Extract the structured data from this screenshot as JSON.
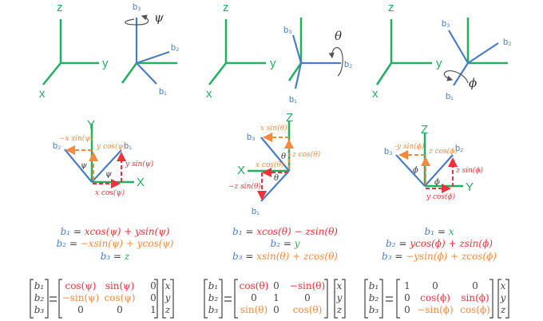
{
  "colors": {
    "green": "#22b060",
    "blue": "#4a7ec4",
    "red": "#f0303a",
    "orange": "#f58a3c",
    "dark": "#444444"
  },
  "panels": [
    {
      "top": {
        "z": "z",
        "y": "y",
        "x": "x",
        "b1": "b₁",
        "b2": "b₂",
        "b3": "b₃",
        "angle": "ψ"
      },
      "mid": {
        "axis_v": "Y",
        "axis_h": "X",
        "b_left": "b₂",
        "b_right": "b₁",
        "angle": "ψ",
        "lbl_left": "−x sin(ψ)",
        "lbl_top": "y cos(ψ)",
        "lbl_right": "y sin(ψ)",
        "lbl_bottom": "x cos(ψ)"
      },
      "equations": [
        [
          {
            "t": "b₁",
            "c": "B"
          },
          {
            "t": " = ",
            "c": "K"
          },
          {
            "t": "xcos(ψ) + ysin(ψ)",
            "c": "R"
          }
        ],
        [
          {
            "t": "b₂",
            "c": "B"
          },
          {
            "t": " = ",
            "c": "K"
          },
          {
            "t": "−xsin(ψ) +  ycos(ψ)",
            "c": "O"
          }
        ],
        [
          {
            "t": "b₃",
            "c": "B"
          },
          {
            "t": " = ",
            "c": "K"
          },
          {
            "t": "z",
            "c": "G"
          }
        ]
      ],
      "matrix": {
        "lhs": [
          "b₁",
          "b₂",
          "b₃"
        ],
        "rhs": [
          "x",
          "y",
          "z"
        ],
        "rows": [
          [
            {
              "t": "cos(ψ)",
              "c": "R"
            },
            {
              "t": "sin(ψ)",
              "c": "R"
            },
            {
              "t": "0",
              "c": "K"
            }
          ],
          [
            {
              "t": "−sin(ψ)",
              "c": "O"
            },
            {
              "t": "cos(ψ)",
              "c": "O"
            },
            {
              "t": "0",
              "c": "K"
            }
          ],
          [
            {
              "t": "0",
              "c": "K"
            },
            {
              "t": "0",
              "c": "K"
            },
            {
              "t": "1",
              "c": "K"
            }
          ]
        ]
      }
    },
    {
      "top": {
        "z": "z",
        "y": "y",
        "x": "x",
        "b1": "b₁",
        "b2": "b₂",
        "b3": "b₃",
        "angle": "θ"
      },
      "mid": {
        "axis_v": "Z",
        "axis_h": "X",
        "b_left": "b₃",
        "b_right": "b₁",
        "angle": "θ",
        "lbl_left": "x sin(θ)",
        "lbl_top": "z cos(θ)",
        "lbl_right": "x cos(θ)",
        "lbl_bottom": "−z sin(θ)"
      },
      "equations": [
        [
          {
            "t": "b₁",
            "c": "B"
          },
          {
            "t": " = ",
            "c": "K"
          },
          {
            "t": "xcos(θ) − zsin(θ)",
            "c": "R"
          }
        ],
        [
          {
            "t": "b₂",
            "c": "B"
          },
          {
            "t": " = ",
            "c": "K"
          },
          {
            "t": "y",
            "c": "G"
          }
        ],
        [
          {
            "t": "b₃",
            "c": "B"
          },
          {
            "t": " = ",
            "c": "K"
          },
          {
            "t": "xsin(θ) + zcos(θ)",
            "c": "O"
          }
        ]
      ],
      "matrix": {
        "lhs": [
          "b₁",
          "b₂",
          "b₃"
        ],
        "rhs": [
          "x",
          "y",
          "z"
        ],
        "rows": [
          [
            {
              "t": "cos(θ)",
              "c": "R"
            },
            {
              "t": "0",
              "c": "K"
            },
            {
              "t": "−sin(θ)",
              "c": "R"
            }
          ],
          [
            {
              "t": "0",
              "c": "K"
            },
            {
              "t": "1",
              "c": "K"
            },
            {
              "t": "0",
              "c": "K"
            }
          ],
          [
            {
              "t": "sin(θ)",
              "c": "O"
            },
            {
              "t": "0",
              "c": "K"
            },
            {
              "t": "cos(θ)",
              "c": "O"
            }
          ]
        ]
      }
    },
    {
      "top": {
        "z": "z",
        "y": "y",
        "x": "x",
        "b1": "b₁",
        "b2": "b₂",
        "b3": "b₃",
        "angle": "ϕ"
      },
      "mid": {
        "axis_v": "Z",
        "axis_h": "Y",
        "b_left": "b₃",
        "b_right": "b₂",
        "angle": "ϕ",
        "lbl_left": "-y sin(ϕ)",
        "lbl_top": "z cos(ϕ)",
        "lbl_right": "z sin(ϕ)",
        "lbl_bottom": "y cos(ϕ)"
      },
      "equations": [
        [
          {
            "t": "b₁",
            "c": "B"
          },
          {
            "t": " = ",
            "c": "K"
          },
          {
            "t": "x",
            "c": "G"
          }
        ],
        [
          {
            "t": "b₂",
            "c": "B"
          },
          {
            "t": " = ",
            "c": "K"
          },
          {
            "t": "ycos(ϕ) + zsin(ϕ)",
            "c": "R"
          }
        ],
        [
          {
            "t": "b₃",
            "c": "B"
          },
          {
            "t": " = ",
            "c": "K"
          },
          {
            "t": "−ysin(ϕ) + zcos(ϕ)",
            "c": "O"
          }
        ]
      ],
      "matrix": {
        "lhs": [
          "b₁",
          "b₂",
          "b₃"
        ],
        "rhs": [
          "x",
          "y",
          "z"
        ],
        "rows": [
          [
            {
              "t": "1",
              "c": "K"
            },
            {
              "t": "0",
              "c": "K"
            },
            {
              "t": "0",
              "c": "K"
            }
          ],
          [
            {
              "t": "0",
              "c": "K"
            },
            {
              "t": "cos(ϕ)",
              "c": "R"
            },
            {
              "t": "sin(ϕ)",
              "c": "R"
            }
          ],
          [
            {
              "t": "0",
              "c": "K"
            },
            {
              "t": "−sin(ϕ)",
              "c": "O"
            },
            {
              "t": "cos(ϕ)",
              "c": "O"
            }
          ]
        ]
      }
    }
  ]
}
